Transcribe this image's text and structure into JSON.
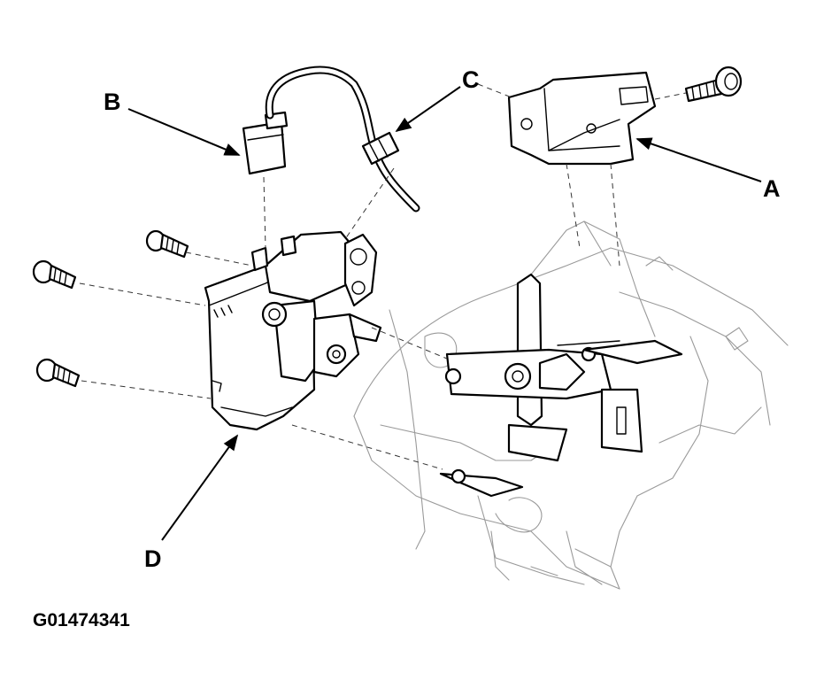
{
  "callouts": {
    "a": "A",
    "b": "B",
    "c": "C",
    "d": "D"
  },
  "figure_id": "G01474341",
  "colors": {
    "ink": "#000000",
    "background": "#ffffff",
    "ghost_lines": "#9a9a9a"
  }
}
